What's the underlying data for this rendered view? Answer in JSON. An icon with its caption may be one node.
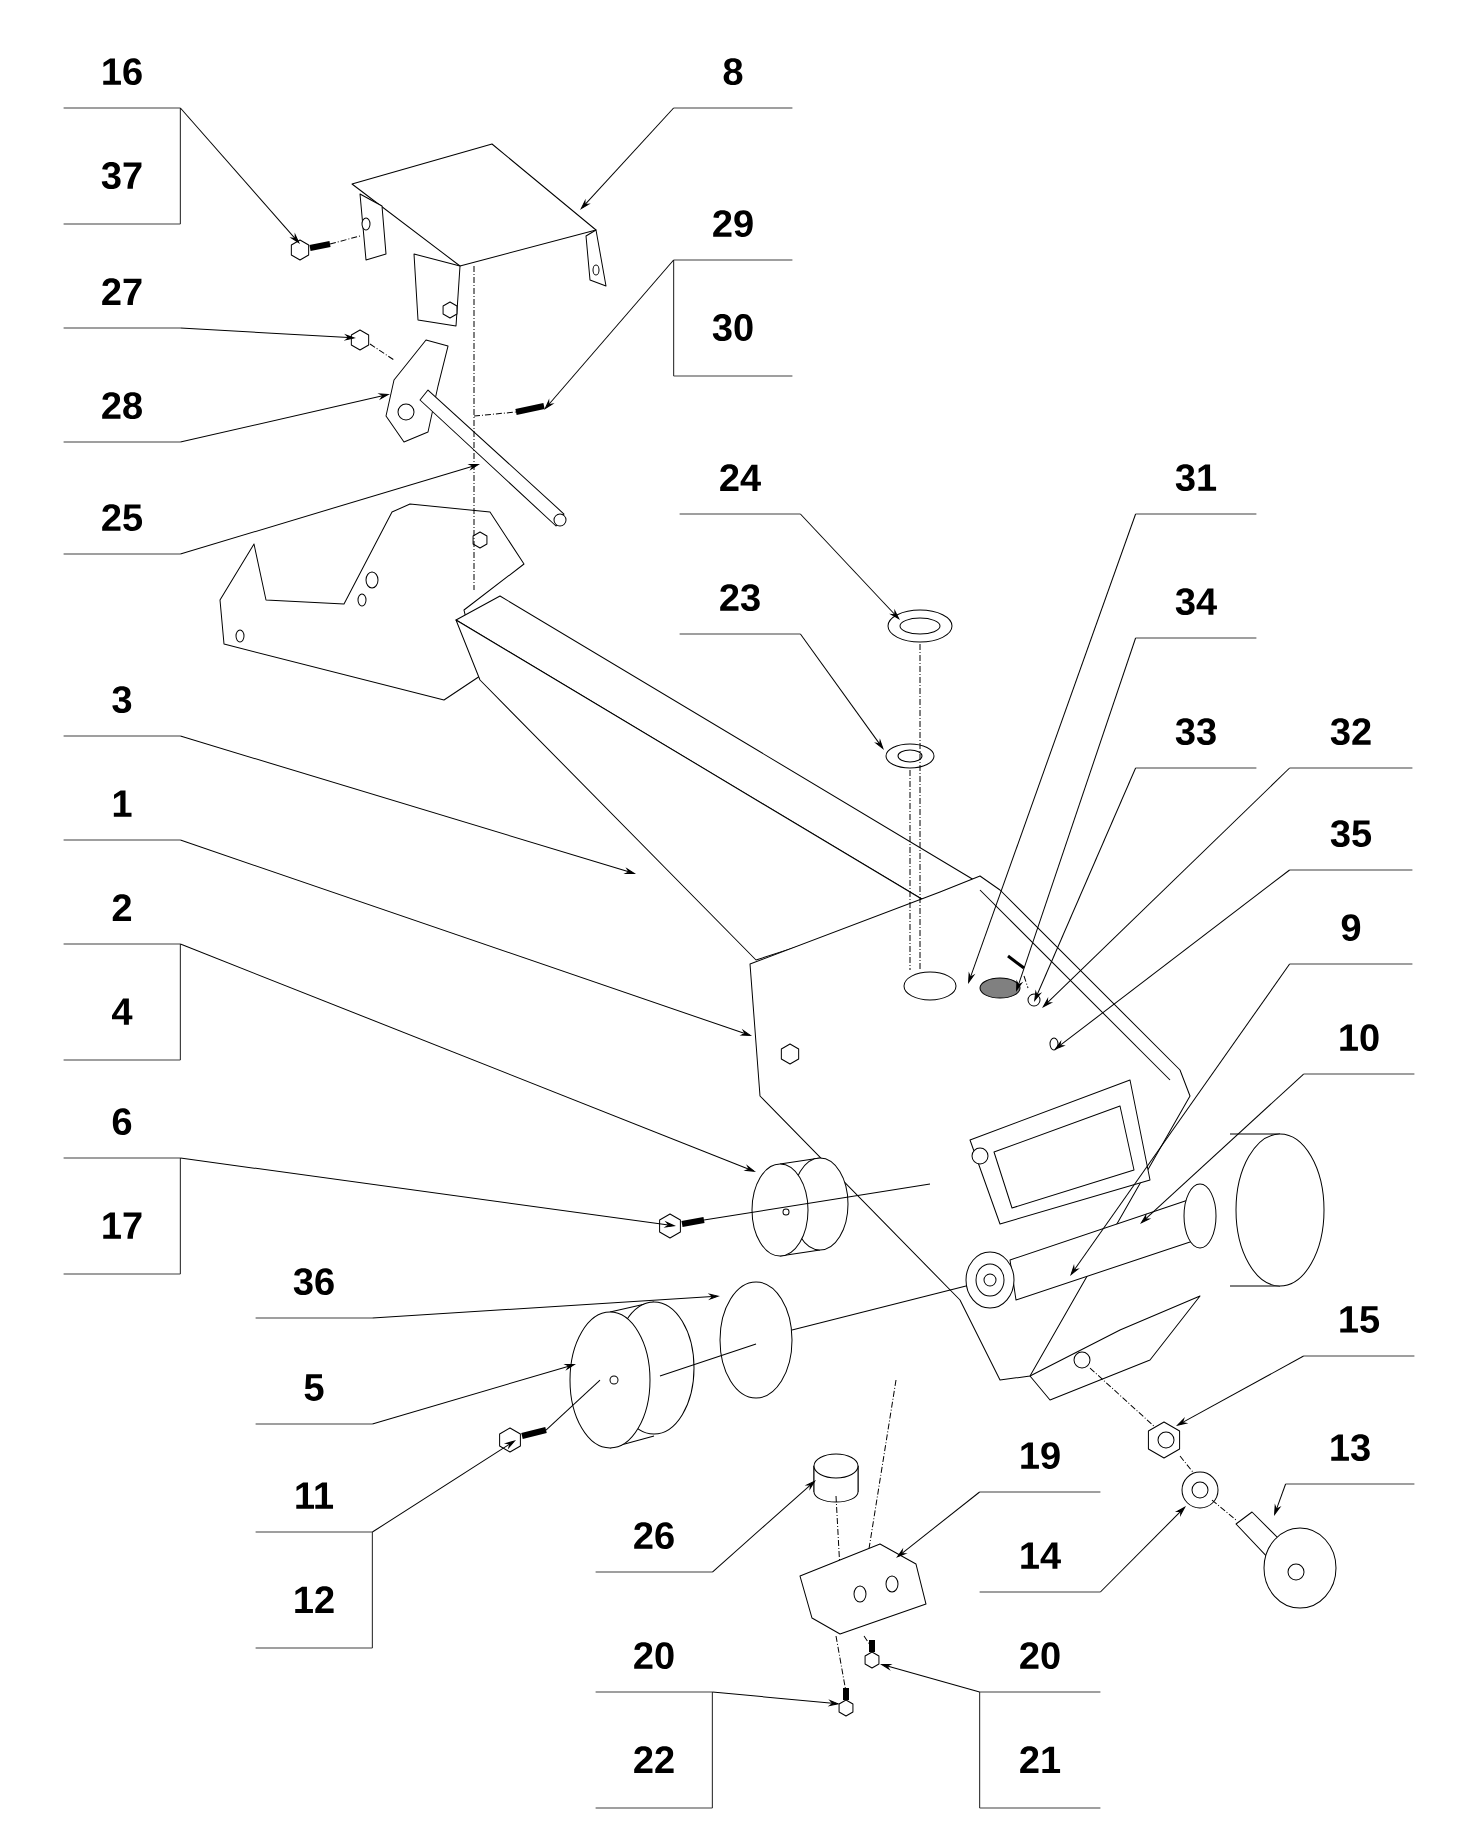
{
  "diagram": {
    "nodes": [
      {
        "text": [
          "16"
        ]
      },
      {
        "text": [
          "8"
        ]
      },
      {
        "text": [
          "37"
        ]
      },
      {
        "text": [
          "29"
        ]
      },
      {
        "text": [
          "27"
        ]
      },
      {
        "text": [
          "30"
        ]
      },
      {
        "text": [
          "28"
        ]
      },
      {
        "text": [
          "24"
        ]
      },
      {
        "text": [
          "31"
        ]
      },
      {
        "text": [
          "25"
        ]
      },
      {
        "text": [
          "23"
        ]
      },
      {
        "text": [
          "34"
        ]
      },
      {
        "text": [
          "3"
        ]
      },
      {
        "text": [
          "33"
        ]
      },
      {
        "text": [
          "32"
        ]
      },
      {
        "text": [
          "1"
        ]
      },
      {
        "text": [
          "35"
        ]
      },
      {
        "text": [
          "2"
        ]
      },
      {
        "text": [
          "9"
        ]
      },
      {
        "text": [
          "4"
        ]
      },
      {
        "text": [
          "10"
        ]
      },
      {
        "text": [
          "6"
        ]
      },
      {
        "text": [
          "17"
        ]
      },
      {
        "text": [
          "36"
        ]
      },
      {
        "text": [
          "15"
        ]
      },
      {
        "text": [
          "5"
        ]
      },
      {
        "text": [
          "13"
        ]
      },
      {
        "text": [
          "19"
        ]
      },
      {
        "text": [
          "11"
        ]
      },
      {
        "text": [
          "26"
        ]
      },
      {
        "text": [
          "14"
        ]
      },
      {
        "text": [
          "12"
        ]
      },
      {
        "text": [
          "20"
        ]
      },
      {
        "text": [
          "20"
        ]
      },
      {
        "text": [
          "22"
        ]
      },
      {
        "text": [
          "21"
        ]
      }
    ],
    "edges": [
      {
        "from": 0,
        "to": null,
        "arrow": "to"
      },
      {
        "from": 1,
        "to": null,
        "arrow": "to"
      },
      {
        "from": 3,
        "to": null,
        "arrow": "to"
      },
      {
        "from": 4,
        "to": null,
        "arrow": "to"
      },
      {
        "from": 6,
        "to": null,
        "arrow": "to"
      },
      {
        "from": 7,
        "to": null,
        "arrow": "to"
      },
      {
        "from": 8,
        "to": null,
        "arrow": "to"
      },
      {
        "from": 9,
        "to": null,
        "arrow": "to"
      },
      {
        "from": 10,
        "to": null,
        "arrow": "to"
      },
      {
        "from": 11,
        "to": null,
        "arrow": "to"
      },
      {
        "from": 12,
        "to": null,
        "arrow": "to"
      },
      {
        "from": 13,
        "to": null,
        "arrow": "to"
      },
      {
        "from": 14,
        "to": null,
        "arrow": "to"
      },
      {
        "from": 15,
        "to": null,
        "arrow": "to"
      },
      {
        "from": 16,
        "to": null,
        "arrow": "to"
      },
      {
        "from": 17,
        "to": null,
        "arrow": "to"
      },
      {
        "from": 18,
        "to": null,
        "arrow": "to"
      },
      {
        "from": 20,
        "to": null,
        "arrow": "to"
      },
      {
        "from": 21,
        "to": null,
        "arrow": "to"
      },
      {
        "from": 23,
        "to": null,
        "arrow": "to"
      },
      {
        "from": 24,
        "to": null,
        "arrow": "to"
      },
      {
        "from": 25,
        "to": null,
        "arrow": "to"
      },
      {
        "from": 26,
        "to": null,
        "arrow": "to"
      },
      {
        "from": 27,
        "to": null,
        "arrow": "to"
      },
      {
        "from": 28,
        "to": null,
        "arrow": "to"
      },
      {
        "from": 29,
        "to": null,
        "arrow": "to"
      },
      {
        "from": 30,
        "to": null,
        "arrow": "to"
      },
      {
        "from": 32,
        "to": null,
        "arrow": "to"
      },
      {
        "from": 33,
        "to": null,
        "arrow": "to"
      }
    ]
  }
}
